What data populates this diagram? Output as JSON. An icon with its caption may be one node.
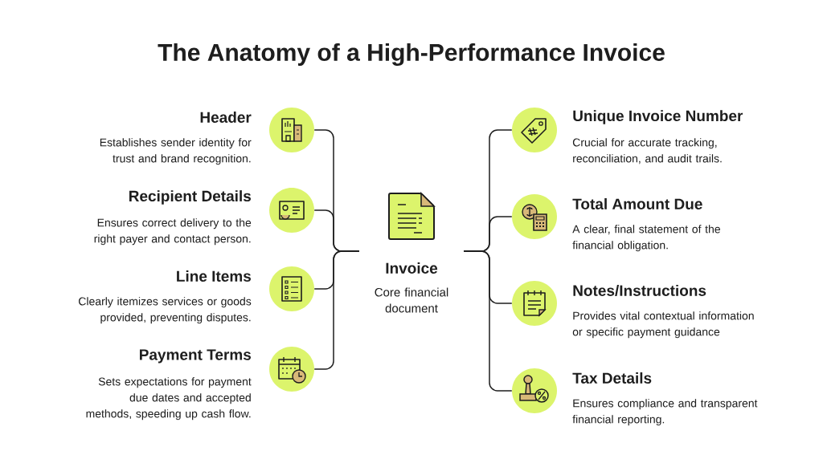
{
  "diagram": {
    "title": "The Anatomy of a High-Performance Invoice",
    "nodes": [
      {
        "text": [
          "Header",
          "Establishes sender identity for trust and brand recognition."
        ]
      },
      {
        "text": [
          "Recipient Details",
          "Ensures correct delivery to the right payer and contact person."
        ]
      },
      {
        "text": [
          "Line Items",
          "Clearly itemizes services or goods provided, preventing disputes."
        ]
      },
      {
        "text": [
          "Payment Terms",
          "Sets expectations for payment due dates and accepted methods, speeding up cash flow."
        ]
      },
      {
        "text": [
          "Invoice",
          "Core financial document"
        ]
      },
      {
        "text": [
          "Unique Invoice Number",
          "Crucial for accurate tracking, reconciliation, and audit trails."
        ]
      },
      {
        "text": [
          "Total Amount Due",
          "A clear, final statement of the financial obligation."
        ]
      },
      {
        "text": [
          "Notes/Instructions",
          "Provides vital contextual information or specific payment guidance"
        ]
      },
      {
        "text": [
          "Tax Details",
          "Ensures compliance and transparent financial reporting."
        ]
      }
    ],
    "edges": [
      {
        "from": 4,
        "to": 0,
        "arrow": "none"
      },
      {
        "from": 4,
        "to": 1,
        "arrow": "none"
      },
      {
        "from": 4,
        "to": 2,
        "arrow": "none"
      },
      {
        "from": 4,
        "to": 3,
        "arrow": "none"
      },
      {
        "from": 4,
        "to": 5,
        "arrow": "none"
      },
      {
        "from": 4,
        "to": 6,
        "arrow": "none"
      },
      {
        "from": 4,
        "to": 7,
        "arrow": "none"
      },
      {
        "from": 4,
        "to": 8,
        "arrow": "none"
      }
    ]
  }
}
